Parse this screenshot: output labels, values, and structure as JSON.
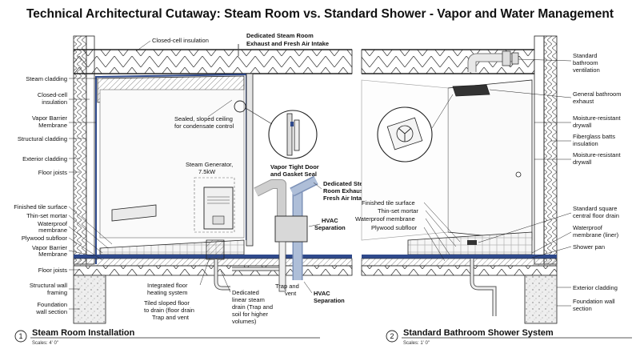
{
  "title": "Technical Architectural Cutaway: Steam Room vs. Standard Shower - Vapor and Water Management",
  "left_panel": {
    "number": "1",
    "caption": "Steam Room Installation",
    "scale": "Scales: 4' 0\"",
    "labels_left": [
      "Steam cladding",
      "Closed-cell",
      "insulation",
      "Vapor Barrier",
      "Membrane",
      "Structural cladding",
      "Exterior cladding",
      "Floor joists",
      "Finished tile surface",
      "Thin-set mortar",
      "Waterproof",
      "membrane",
      "Plywood subfloor",
      "Vapor Barrier",
      "Membrane",
      "Floor joists",
      "Structural wall",
      "framing",
      "Foundation",
      "wall section"
    ],
    "closed_cell_top": "Closed-cell insulation",
    "exhaust_top_1": "Dedicated Steam Room",
    "exhaust_top_2": "Exhaust and Fresh Air Intake",
    "ceiling_1": "Sealed, sloped ceiling",
    "ceiling_2": "for condensate control",
    "generator_1": "Steam Generator,",
    "generator_2": "7.5kW",
    "door_1": "Vapor Tight Door",
    "door_2": "and Gasket Seal",
    "exhaust_mid_1": "Dedicated Steam",
    "exhaust_mid_2": "Room Exhaust and",
    "exhaust_mid_3": "Fresh Air Intake",
    "hvac_1": "HVAC",
    "hvac_2": "Separation",
    "hvac_low_1": "HVAC",
    "hvac_low_2": "Separation",
    "floor_heat_1": "Integrated floor",
    "floor_heat_2": "heating system",
    "sloped_1": "Tiled sloped floor",
    "sloped_2": "to drain (floor drain",
    "trap_left": "Trap and vent",
    "linear_1": "Dedicated",
    "linear_2": "linear steam",
    "linear_3": "drain (Trap and",
    "linear_4": "soil for higher",
    "linear_5": "volumes)",
    "trap_mid_1": "Trap  and",
    "trap_mid_2": "vent"
  },
  "right_panel": {
    "number": "2",
    "caption": "Standard Bathroom Shower System",
    "scale": "Scales: 1' 0\"",
    "labels_right": [
      "Standard",
      "bathroom",
      "ventilation",
      "General bathroom",
      "exhaust",
      "Moisture-resistant",
      "drywall",
      "Fiberglass batts",
      "insulation",
      "Moisture-resistant",
      "drywall",
      "Standard square",
      "central floor drain",
      "Waterproof",
      "membrane (liner)",
      "Shower pan",
      "Exterior cladding",
      "Foundation wall",
      "section"
    ],
    "labels_inner": [
      "Finished tile surface",
      "Thin-set mortar",
      "Waterproof membrane",
      "Plywood subfloor"
    ]
  },
  "colors": {
    "membrane": "#2f4a8c",
    "duct_blue": "#aebed8",
    "duct_gray": "#cfcfcf",
    "ink": "#111111"
  }
}
